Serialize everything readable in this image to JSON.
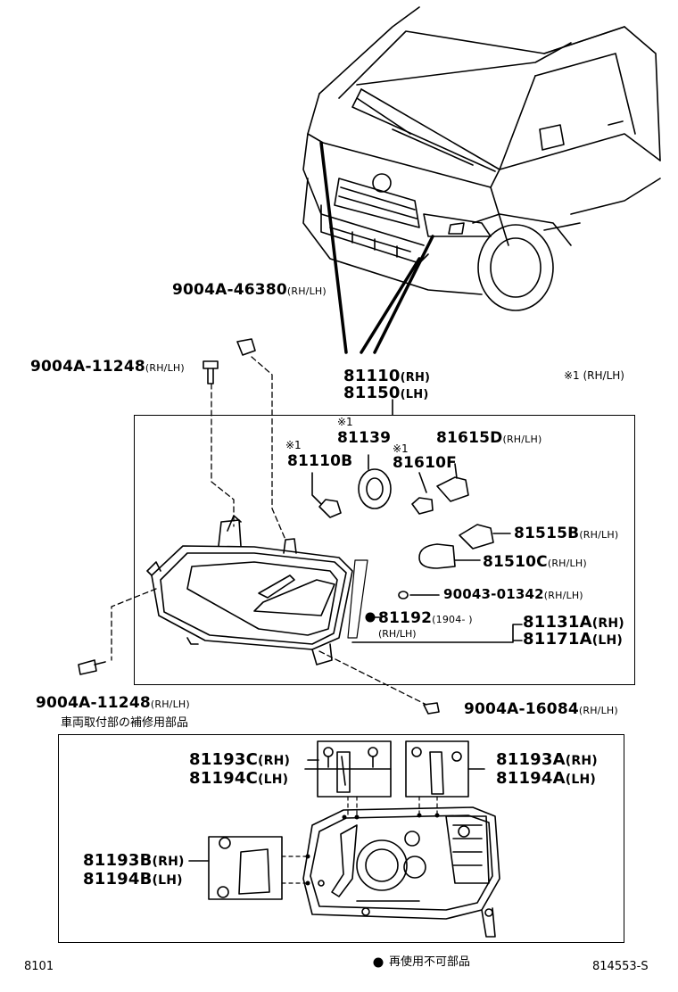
{
  "labels": {
    "p_46380": "9004A-46380",
    "p_46380_side": "(RH/LH)",
    "p_11248_top": "9004A-11248",
    "p_11248_top_side": "(RH/LH)",
    "p_81110": "81110",
    "p_81110_side": "(RH)",
    "p_81150": "81150",
    "p_81150_side": "(LH)",
    "note_mark_legend": "※1 (RH/LH)",
    "mark1_a": "※1",
    "mark1_b": "※1",
    "mark1_c": "※1",
    "p_81139": "81139",
    "p_81615d": "81615D",
    "p_81615d_side": "(RH/LH)",
    "p_81110b": "81110B",
    "p_81610f": "81610F",
    "p_81515b": "81515B",
    "p_81515b_side": "(RH/LH)",
    "p_81510c": "81510C",
    "p_81510c_side": "(RH/LH)",
    "p_01342": "90043-01342",
    "p_01342_side": "(RH/LH)",
    "p_81192": "81192",
    "p_81192_range": "(1904-      )",
    "p_81192_side": "(RH/LH)",
    "p_81131a": "81131A",
    "p_81131a_side": "(RH)",
    "p_81171a": "81171A",
    "p_81171a_side": "(LH)",
    "p_11248_bot": "9004A-11248",
    "p_11248_bot_side": "(RH/LH)",
    "p_16084": "9004A-16084",
    "p_16084_side": "(RH/LH)",
    "section_title": "車両取付部の補修用部品",
    "p_81193c": "81193C",
    "p_81193c_side": "(RH)",
    "p_81194c": "81194C",
    "p_81194c_side": "(LH)",
    "p_81193a": "81193A",
    "p_81193a_side": "(RH)",
    "p_81194a": "81194A",
    "p_81194a_side": "(LH)",
    "p_81193b": "81193B",
    "p_81193b_side": "(RH)",
    "p_81194b": "81194B",
    "p_81194b_side": "(LH)",
    "footer_left": "8101",
    "footer_legend": "再使用不可部品",
    "footer_right": "814553-S"
  }
}
